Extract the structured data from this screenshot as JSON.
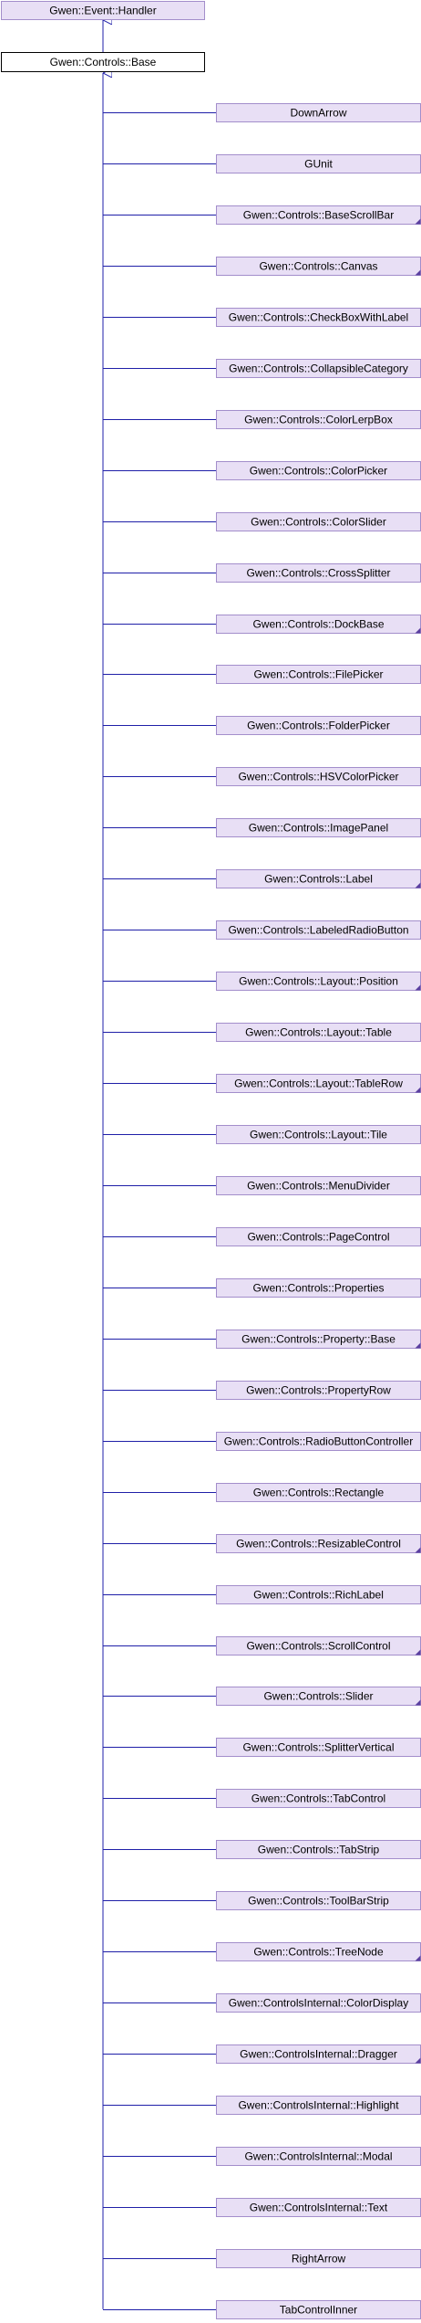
{
  "diagram": {
    "root": {
      "label": "Gwen::Event::Handler"
    },
    "base": {
      "label": "Gwen::Controls::Base"
    },
    "children": [
      {
        "label": "DownArrow",
        "has_more": false
      },
      {
        "label": "GUnit",
        "has_more": false
      },
      {
        "label": "Gwen::Controls::BaseScrollBar",
        "has_more": true
      },
      {
        "label": "Gwen::Controls::Canvas",
        "has_more": true
      },
      {
        "label": "Gwen::Controls::CheckBoxWithLabel",
        "has_more": false
      },
      {
        "label": "Gwen::Controls::CollapsibleCategory",
        "has_more": false
      },
      {
        "label": "Gwen::Controls::ColorLerpBox",
        "has_more": false
      },
      {
        "label": "Gwen::Controls::ColorPicker",
        "has_more": false
      },
      {
        "label": "Gwen::Controls::ColorSlider",
        "has_more": false
      },
      {
        "label": "Gwen::Controls::CrossSplitter",
        "has_more": false
      },
      {
        "label": "Gwen::Controls::DockBase",
        "has_more": true
      },
      {
        "label": "Gwen::Controls::FilePicker",
        "has_more": false
      },
      {
        "label": "Gwen::Controls::FolderPicker",
        "has_more": false
      },
      {
        "label": "Gwen::Controls::HSVColorPicker",
        "has_more": false
      },
      {
        "label": "Gwen::Controls::ImagePanel",
        "has_more": false
      },
      {
        "label": "Gwen::Controls::Label",
        "has_more": true
      },
      {
        "label": "Gwen::Controls::LabeledRadioButton",
        "has_more": false
      },
      {
        "label": "Gwen::Controls::Layout::Position",
        "has_more": true
      },
      {
        "label": "Gwen::Controls::Layout::Table",
        "has_more": false
      },
      {
        "label": "Gwen::Controls::Layout::TableRow",
        "has_more": true
      },
      {
        "label": "Gwen::Controls::Layout::Tile",
        "has_more": false
      },
      {
        "label": "Gwen::Controls::MenuDivider",
        "has_more": false
      },
      {
        "label": "Gwen::Controls::PageControl",
        "has_more": false
      },
      {
        "label": "Gwen::Controls::Properties",
        "has_more": false
      },
      {
        "label": "Gwen::Controls::Property::Base",
        "has_more": true
      },
      {
        "label": "Gwen::Controls::PropertyRow",
        "has_more": false
      },
      {
        "label": "Gwen::Controls::RadioButtonController",
        "has_more": false
      },
      {
        "label": "Gwen::Controls::Rectangle",
        "has_more": false
      },
      {
        "label": "Gwen::Controls::ResizableControl",
        "has_more": true
      },
      {
        "label": "Gwen::Controls::RichLabel",
        "has_more": false
      },
      {
        "label": "Gwen::Controls::ScrollControl",
        "has_more": true
      },
      {
        "label": "Gwen::Controls::Slider",
        "has_more": true
      },
      {
        "label": "Gwen::Controls::SplitterVertical",
        "has_more": false
      },
      {
        "label": "Gwen::Controls::TabControl",
        "has_more": false
      },
      {
        "label": "Gwen::Controls::TabStrip",
        "has_more": false
      },
      {
        "label": "Gwen::Controls::ToolBarStrip",
        "has_more": false
      },
      {
        "label": "Gwen::Controls::TreeNode",
        "has_more": true
      },
      {
        "label": "Gwen::ControlsInternal::ColorDisplay",
        "has_more": false
      },
      {
        "label": "Gwen::ControlsInternal::Dragger",
        "has_more": true
      },
      {
        "label": "Gwen::ControlsInternal::Highlight",
        "has_more": false
      },
      {
        "label": "Gwen::ControlsInternal::Modal",
        "has_more": false
      },
      {
        "label": "Gwen::ControlsInternal::Text",
        "has_more": false
      },
      {
        "label": "RightArrow",
        "has_more": false
      },
      {
        "label": "TabControlInner",
        "has_more": false
      }
    ]
  },
  "colors": {
    "node_fill": "#e8dff5",
    "node_stroke": "#a38ecb",
    "base_fill": "#ffffff",
    "base_stroke": "#000000",
    "edge": "#1f1fa8",
    "corner_mark": "#5a3fa0"
  }
}
